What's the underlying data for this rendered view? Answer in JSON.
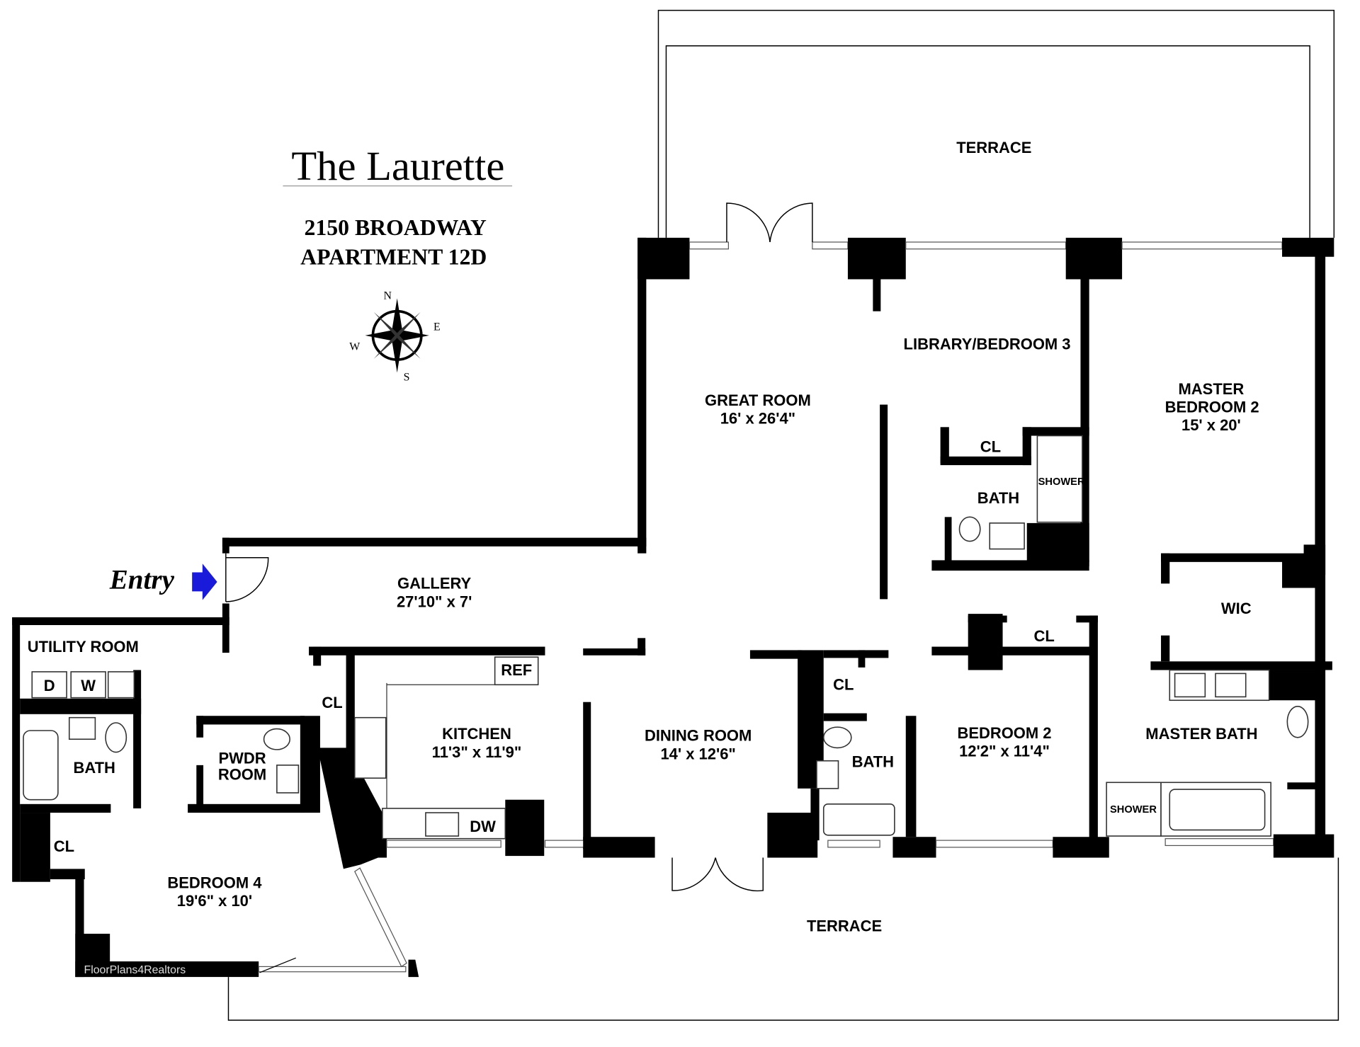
{
  "header": {
    "building_name": "The Laurette",
    "address": "2150 BROADWAY",
    "unit": "APARTMENT 12D"
  },
  "compass": {
    "n": "N",
    "e": "E",
    "s": "S",
    "w": "W"
  },
  "entry": {
    "label": "Entry",
    "arrow_color": "#1a1adb"
  },
  "rooms": {
    "terrace_top": "TERRACE",
    "terrace_bottom": "TERRACE",
    "great_room": {
      "name": "GREAT ROOM",
      "size": "16' x 26'4\""
    },
    "library": {
      "name": "LIBRARY/BEDROOM 3"
    },
    "master_bedroom": {
      "name1": "MASTER",
      "name2": "BEDROOM 2",
      "size": "15' x 20'"
    },
    "gallery": {
      "name": "GALLERY",
      "size": "27'10\" x 7'"
    },
    "utility": {
      "name": "UTILITY ROOM",
      "dryer": "D",
      "washer": "W"
    },
    "bath_left": "BATH",
    "pwdr": {
      "name1": "PWDR",
      "name2": "ROOM"
    },
    "kitchen": {
      "name": "KITCHEN",
      "size": "11'3\" x 11'9\"",
      "ref": "REF",
      "dw": "DW"
    },
    "dining": {
      "name": "DINING ROOM",
      "size": "14' x 12'6\""
    },
    "bedroom2": {
      "name": "BEDROOM 2",
      "size": "12'2\" x 11'4\""
    },
    "bedroom4": {
      "name": "BEDROOM 4",
      "size": "19'6\" x 10'"
    },
    "bath_mid": "BATH",
    "bath_lib": "BATH",
    "shower_lib": "SHOWER",
    "master_bath": "MASTER BATH",
    "shower_master": "SHOWER",
    "wic": "WIC",
    "closets": [
      "CL",
      "CL",
      "CL",
      "CL",
      "CL"
    ]
  },
  "watermark": "FloorPlans4Realtors"
}
